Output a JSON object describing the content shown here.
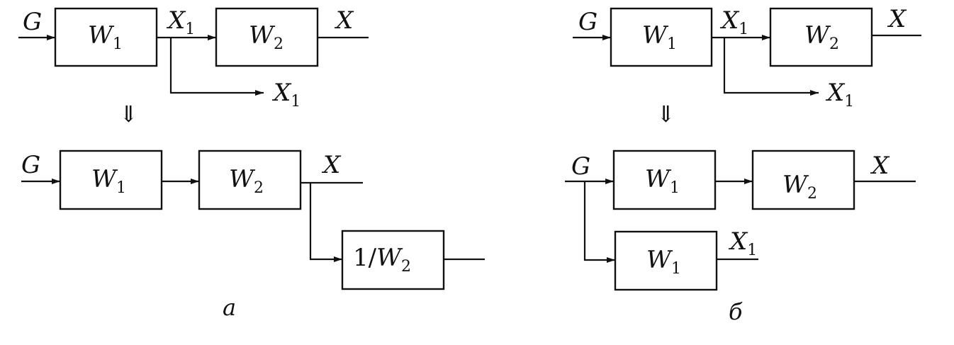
{
  "panel_a": {
    "caption": "а",
    "transform_symbol": "⇓",
    "before": {
      "input": "G",
      "block1": {
        "sym": "W",
        "sub": "1"
      },
      "block2": {
        "sym": "W",
        "sub": "2"
      },
      "mid_signal": {
        "sym": "X",
        "sub": "1"
      },
      "branch_output": {
        "sym": "X",
        "sub": "1"
      },
      "output": "X"
    },
    "after": {
      "input": "G",
      "block1": {
        "sym": "W",
        "sub": "1"
      },
      "block2": {
        "sym": "W",
        "sub": "2"
      },
      "block3": {
        "pre": "1/",
        "sym": "W",
        "sub": "2"
      },
      "output": "X"
    }
  },
  "panel_b": {
    "caption": "б",
    "transform_symbol": "⇓",
    "before": {
      "input": "G",
      "block1": {
        "sym": "W",
        "sub": "1"
      },
      "block2": {
        "sym": "W",
        "sub": "2"
      },
      "mid_signal": {
        "sym": "X",
        "sub": "1"
      },
      "branch_output": {
        "sym": "X",
        "sub": "1"
      },
      "output": "X"
    },
    "after": {
      "input": "G",
      "block1": {
        "sym": "W",
        "sub": "1"
      },
      "block2": {
        "sym": "W",
        "sub": "2"
      },
      "block3": {
        "sym": "W",
        "sub": "1"
      },
      "branch_output": {
        "sym": "X",
        "sub": "1"
      },
      "output": "X"
    }
  }
}
